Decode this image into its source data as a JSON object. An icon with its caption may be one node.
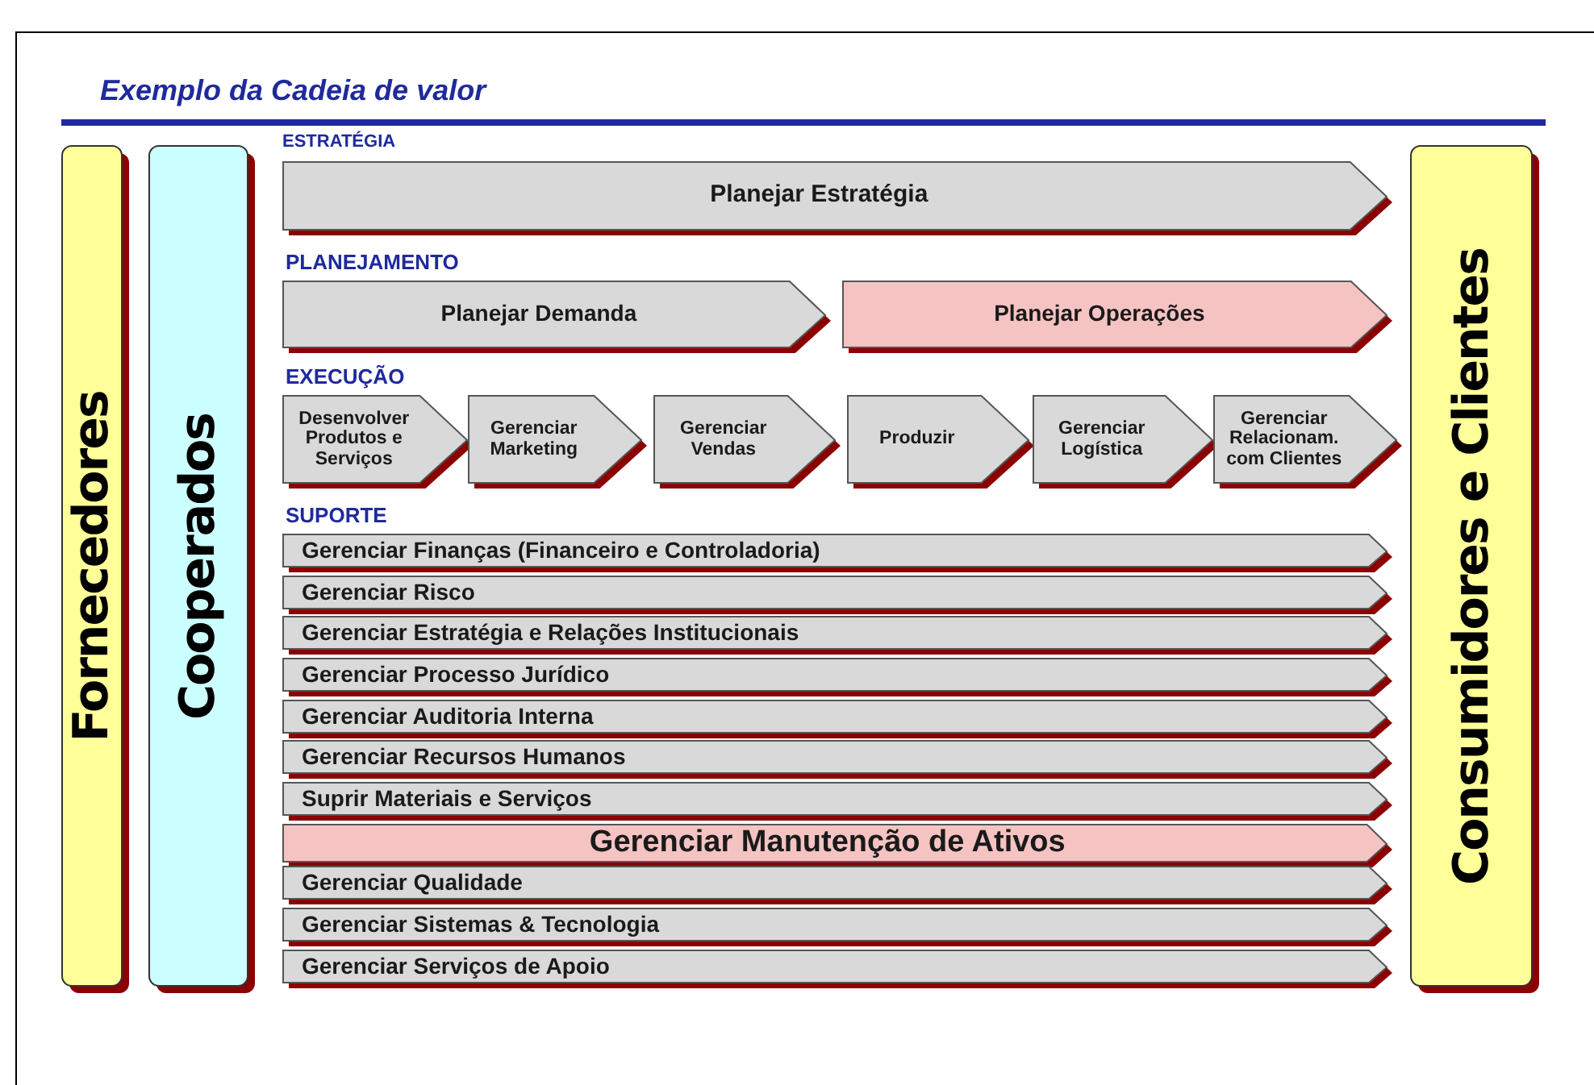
{
  "diagram": {
    "title": "Exemplo da Cadeia de valor",
    "nodes": [
      {
        "text": [
          "Fornecedores"
        ]
      },
      {
        "text": [
          "Cooperados"
        ]
      },
      {
        "text": [
          "Planejar Estratégia"
        ]
      },
      {
        "text": [
          "Planejar Demanda"
        ]
      },
      {
        "text": [
          "Planejar Operações"
        ]
      },
      {
        "text": [
          "Desenvolver Produtos e Serviços"
        ]
      },
      {
        "text": [
          "Gerenciar Marketing"
        ]
      },
      {
        "text": [
          "Gerenciar Vendas"
        ]
      },
      {
        "text": [
          "Produzir"
        ]
      },
      {
        "text": [
          "Gerenciar Logística"
        ]
      },
      {
        "text": [
          "Gerenciar Relacionam. com Clientes"
        ]
      },
      {
        "text": [
          "Gerenciar Finanças (Financeiro e Controladoria)"
        ]
      },
      {
        "text": [
          "Gerenciar Risco"
        ]
      },
      {
        "text": [
          "Gerenciar Estratégia e Relações Institucionais"
        ]
      },
      {
        "text": [
          "Gerenciar Processo Jurídico"
        ]
      },
      {
        "text": [
          "Gerenciar Auditoria Interna"
        ]
      },
      {
        "text": [
          "Gerenciar Recursos Humanos"
        ]
      },
      {
        "text": [
          "Suprir Materiais e Serviços"
        ]
      },
      {
        "text": [
          "Gerenciar Manutenção de Ativos"
        ]
      },
      {
        "text": [
          "Gerenciar Qualidade"
        ]
      },
      {
        "text": [
          "Gerenciar Sistemas & Tecnologia"
        ]
      },
      {
        "text": [
          "Gerenciar Serviços de Apoio"
        ]
      },
      {
        "text": [
          "Consumidores e Clientes"
        ]
      }
    ],
    "labels": [
      "ESTRATÉGIA",
      "PLANEJAMENTO",
      "EXECUÇÃO",
      "SUPORTE"
    ]
  }
}
